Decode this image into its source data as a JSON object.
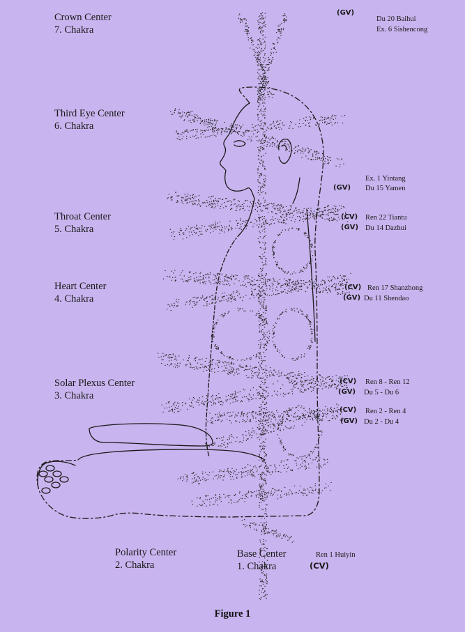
{
  "caption": "Figure 1",
  "centers": [
    {
      "name": "Crown Center",
      "chakra": "7. Chakra"
    },
    {
      "name": "Third Eye Center",
      "chakra": "6. Chakra"
    },
    {
      "name": "Throat Center",
      "chakra": "5. Chakra"
    },
    {
      "name": "Heart Center",
      "chakra": "4. Chakra"
    },
    {
      "name": "Solar Plexus Center",
      "chakra": "3. Chakra"
    },
    {
      "name": "Polarity Center",
      "chakra": "2. Chakra"
    },
    {
      "name": "Base Center",
      "chakra": "1. Chakra"
    }
  ],
  "points": {
    "crown": {
      "tag": "(GV)",
      "line1": "Du 20 Baihui",
      "line2": "Ex. 6 Sishencong"
    },
    "third_eye": {
      "tag": "(GV)",
      "line1": "Ex. 1 Yintang",
      "line2": "Du 15 Yamen"
    },
    "throat": {
      "tag1": "(CV)",
      "line1": "Ren 22 Tiantu",
      "tag2": "(GV)",
      "line2": "Du 14 Dazhui"
    },
    "heart": {
      "tag1": "(CV)",
      "line1": "Ren 17 Shanzhong",
      "tag2": "(GV)",
      "line2": "Du 11 Shendao"
    },
    "solar_a": {
      "tag1": "(CV)",
      "line1": "Ren 8 - Ren 12",
      "tag2": "(GV)",
      "line2": "Du 5 - Du 6"
    },
    "solar_b": {
      "tag1": "(CV)",
      "line1": "Ren 2 - Ren 4",
      "tag2": "(GV)",
      "line2": "Du 2 - Du 4"
    },
    "base": {
      "line1": "Ren 1 Huiyin",
      "tag": "(CV)"
    }
  }
}
